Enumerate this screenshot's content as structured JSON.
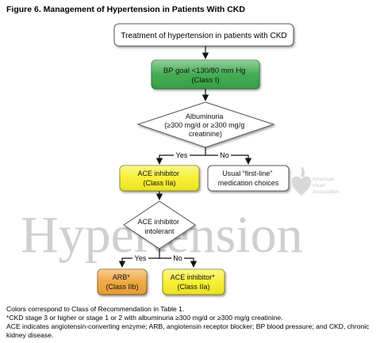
{
  "figure": {
    "title": "Figure 6. Management of Hypertension in Patients With CKD"
  },
  "watermark": {
    "text": "Hypertension",
    "logo_lines": [
      "American",
      "Heart",
      "Association."
    ]
  },
  "nodes": {
    "start": {
      "label": "Treatment of hypertension in patients with CKD",
      "fill": "#ffffff"
    },
    "bp_goal": {
      "lines": [
        "BP goal <130/80 mm Hg",
        "(Class I)"
      ],
      "fill": "#3aa84a"
    },
    "albuminuria": {
      "lines": [
        "Albuminuria",
        "(≥300 mg/d or ≥300 mg/g",
        "creatinine)"
      ],
      "fill": "#ffffff"
    },
    "ace_inhibitor": {
      "lines": [
        "ACE inhibitor",
        "(Class IIa)"
      ],
      "fill": "#f7ef2a"
    },
    "usual_first_line": {
      "lines": [
        "Usual “first-line”",
        "medication choices"
      ],
      "fill": "#ffffff"
    },
    "ace_intolerant": {
      "lines": [
        "ACE inhibitor",
        "intolerant"
      ],
      "fill": "#ffffff"
    },
    "arb": {
      "lines": [
        "ARB*",
        "(Class IIb)"
      ],
      "fill": "#f0a43a"
    },
    "ace_inhibitor_star": {
      "lines": [
        "ACE inhibitor*",
        "(Class IIa)"
      ],
      "fill": "#f7ef2a"
    }
  },
  "edges": {
    "yes_label": "Yes",
    "no_label": "No"
  },
  "footnotes": [
    "Colors correspond to Class of Recommendation in Table 1.",
    "*CKD stage 3 or higher or stage 1 or 2 with albuminuria ≥300 mg/d or ≥300 mg/g creatinine.",
    "ACE indicates angiotensin-converting enzyme; ARB, angiotensin receptor blocker; BP blood pressure; and CKD, chronic",
    "kidney disease."
  ]
}
